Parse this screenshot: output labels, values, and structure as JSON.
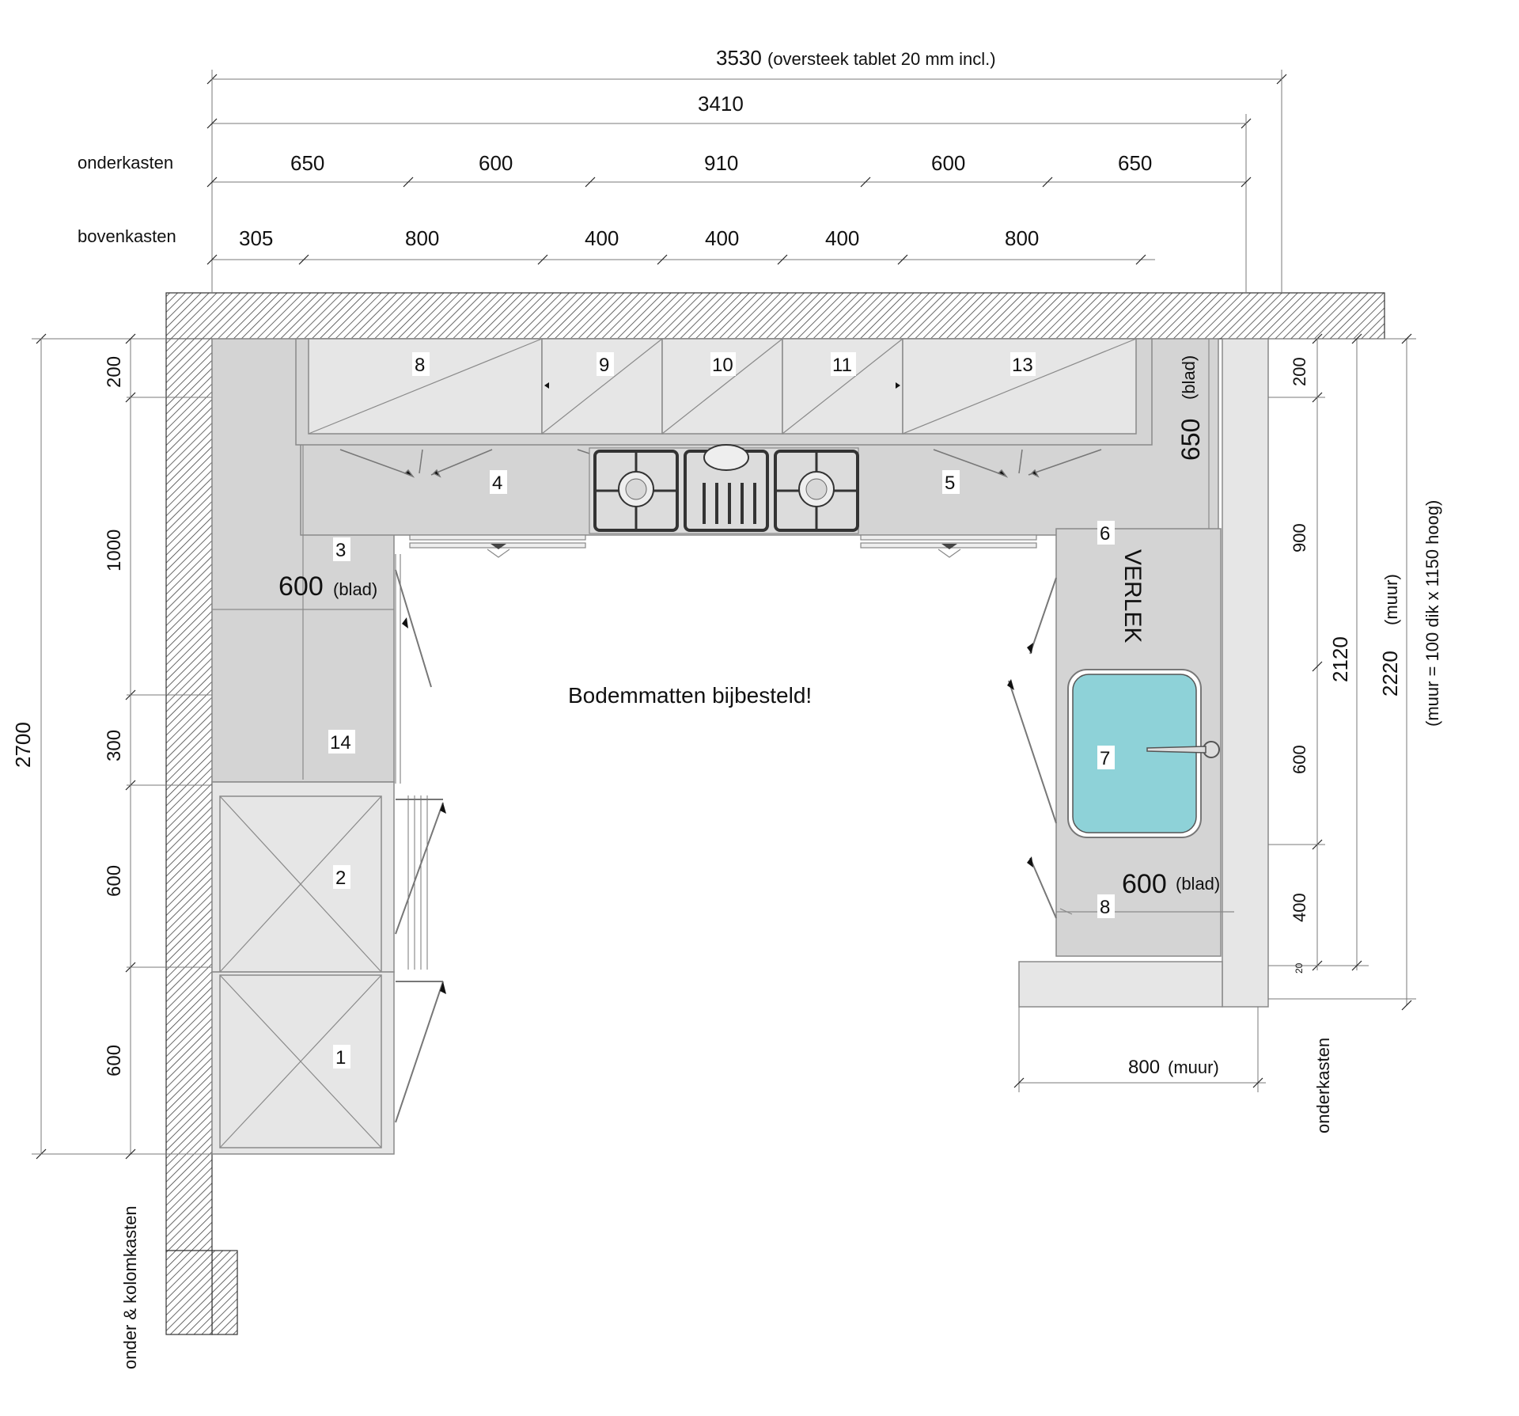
{
  "dimensions": {
    "total_width": "3530",
    "total_width_note": "(oversteek tablet 20 mm incl.)",
    "inner_width": "3410",
    "row_labels": {
      "onderkasten": "onderkasten",
      "bovenkasten": "bovenkasten"
    },
    "onderkasten": [
      "650",
      "600",
      "910",
      "600",
      "650"
    ],
    "bovenkasten": [
      "305",
      "800",
      "400",
      "400",
      "400",
      "800"
    ],
    "left_total": "2700",
    "left_segments": [
      "200",
      "1000",
      "300",
      "600",
      "600"
    ],
    "left_caption": "onder & kolomkasten",
    "right_segments": [
      "200",
      "900",
      "600",
      "400",
      "20"
    ],
    "right_2120": "2120",
    "right_2220": "2220",
    "right_2220_note": "(muur)",
    "wall_note": "(muur = 100 dik x 1150 hoog)",
    "bottom_wall": "800",
    "bottom_wall_note": "(muur)",
    "right_caption": "onderkasten"
  },
  "labels": {
    "blad_650": "650",
    "blad_650_note": "(blad)",
    "blad_600_left": "600",
    "blad_600_left_note": "(blad)",
    "blad_600_right": "600",
    "blad_600_right_note": "(blad)",
    "verlek": "VERLEK",
    "center_note": "Bodemmatten bijbesteld!"
  },
  "cabinets": {
    "c1": "1",
    "c2": "2",
    "c3": "3",
    "c4": "4",
    "c5": "5",
    "c6": "6",
    "c7": "7",
    "c8_top": "8",
    "c8_right": "8",
    "c9": "9",
    "c10": "10",
    "c11": "11",
    "c13": "13",
    "c14": "14"
  },
  "colors": {
    "sink": "#8ed2d8",
    "countertop": "#d4d4d4",
    "cabinet": "#e6e6e6",
    "wall_hatch": "#555555"
  }
}
